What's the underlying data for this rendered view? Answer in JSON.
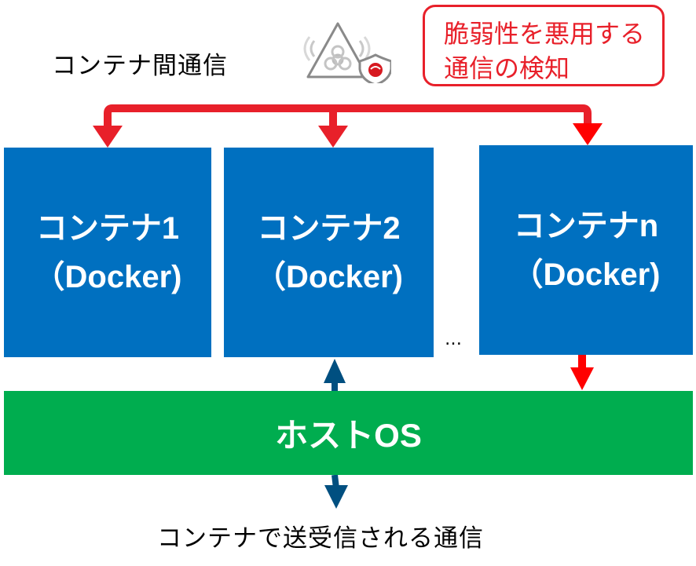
{
  "diagram": {
    "labels": {
      "inter_container": "コンテナ間通信",
      "container_traffic": "コンテナで送受信される通信"
    },
    "callout": {
      "line1": "脆弱性を悪用する",
      "line2": "通信の検知"
    },
    "containers": [
      {
        "name": "コンテナ1",
        "type": "（Docker)"
      },
      {
        "name": "コンテナ2",
        "type": "（Docker)"
      },
      {
        "name": "コンテナn",
        "type": "（Docker)"
      }
    ],
    "ellipsis": "…",
    "host": {
      "label": "ホストOS"
    },
    "icons": {
      "threat": "biohazard-warning-icon",
      "shield": "security-shield-icon"
    },
    "colors": {
      "container_blue": "#0070c0",
      "host_green": "#00ad4f",
      "alert_red": "#e8202a",
      "arrow_red": "#ff0000",
      "traffic_arrow": "#004f80"
    }
  }
}
